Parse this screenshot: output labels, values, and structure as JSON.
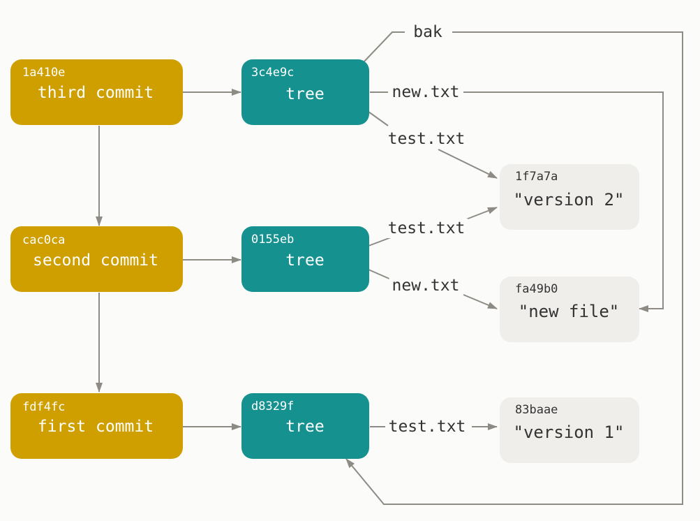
{
  "colors": {
    "commit": "#cf9f00",
    "tree": "#15918f",
    "blob": "#efeeea",
    "line": "#8d8b84",
    "box_text": "#ffffff",
    "blob_text": "#333333"
  },
  "commits": [
    {
      "id": "1a410e",
      "label": "third commit"
    },
    {
      "id": "cac0ca",
      "label": "second commit"
    },
    {
      "id": "fdf4fc",
      "label": "first commit"
    }
  ],
  "trees": [
    {
      "id": "3c4e9c",
      "label": "tree"
    },
    {
      "id": "0155eb",
      "label": "tree"
    },
    {
      "id": "d8329f",
      "label": "tree"
    }
  ],
  "blobs": [
    {
      "id": "1f7a7a",
      "label": "\"version 2\""
    },
    {
      "id": "fa49b0",
      "label": "\"new file\""
    },
    {
      "id": "83baae",
      "label": "\"version 1\""
    }
  ],
  "edge_labels": {
    "bak": "bak",
    "tree1_new": "new.txt",
    "tree1_test": "test.txt",
    "tree2_test": "test.txt",
    "tree2_new": "new.txt",
    "tree3_test": "test.txt"
  }
}
